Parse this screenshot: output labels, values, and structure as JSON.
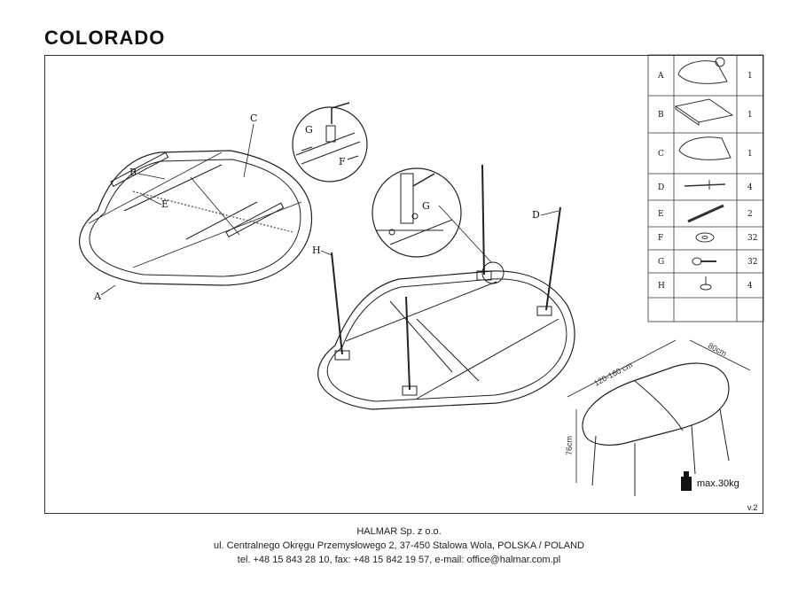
{
  "title": "COLORADO",
  "callouts": {
    "a": "A",
    "b": "B",
    "c": "C",
    "e": "E",
    "f": "F",
    "g": "G",
    "h": "H",
    "d": "D",
    "g2": "G"
  },
  "parts": [
    {
      "letter": "A",
      "qty": "1",
      "icon": "tabletop-half-icon"
    },
    {
      "letter": "B",
      "qty": "1",
      "icon": "extension-leaf-icon"
    },
    {
      "letter": "C",
      "qty": "1",
      "icon": "tabletop-half-icon"
    },
    {
      "letter": "D",
      "qty": "4",
      "icon": "leg-icon"
    },
    {
      "letter": "E",
      "qty": "2",
      "icon": "rail-icon"
    },
    {
      "letter": "F",
      "qty": "32",
      "icon": "washer-icon"
    },
    {
      "letter": "G",
      "qty": "32",
      "icon": "bolt-icon"
    },
    {
      "letter": "H",
      "qty": "4",
      "icon": "foot-icon"
    }
  ],
  "dimensions": {
    "length": "120-160 cm",
    "width": "80cm",
    "height": "76cm"
  },
  "max_load": "max.30kg",
  "version": "v.2",
  "footer": {
    "company": "HALMAR Sp. z o.o.",
    "address": "ul. Centralnego Okręgu Przemysłowego 2, 37-450 Stalowa Wola, POLSKA / POLAND",
    "contact": "tel. +48 15 843 28 10, fax: +48 15 842 19 57, e-mail: office@halmar.com.pl"
  }
}
